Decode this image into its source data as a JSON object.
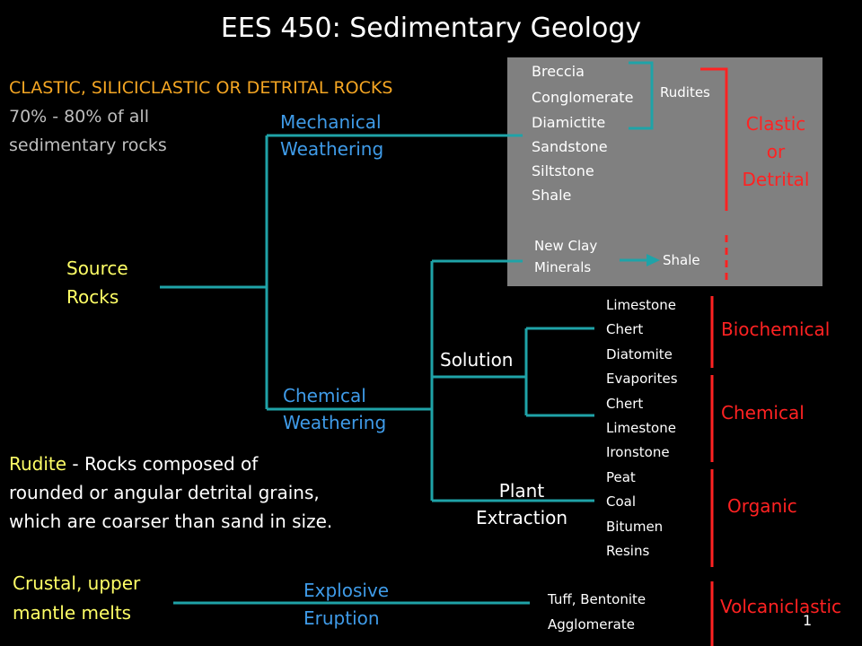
{
  "title": "EES 450: Sedimentary Geology",
  "colors": {
    "background": "#000000",
    "title": "#ffffff",
    "yellow": "#ffff66",
    "orange": "#f5a623",
    "gray": "#bfbfbf",
    "blue": "#3f9be8",
    "red": "#ff2222",
    "teal": "#1fa3a8",
    "box": "#808080"
  },
  "intro": {
    "heading": "CLASTIC, SILICICLASTIC OR DETRITAL ROCKS",
    "line1": "70% - 80% of all",
    "line2": "sedimentary rocks"
  },
  "source": {
    "line1": "Source",
    "line2": "Rocks"
  },
  "mechanical": {
    "line1": "Mechanical",
    "line2": "Weathering"
  },
  "chemical": {
    "line1": "Chemical",
    "line2": "Weathering"
  },
  "solution": "Solution",
  "plant": {
    "line1": "Plant",
    "line2": "Extraction"
  },
  "clastic_rocks": [
    "Breccia",
    "Conglomerate",
    "Diamictite",
    "Sandstone",
    "Siltstone",
    "Shale"
  ],
  "rudites": "Rudites",
  "clastic_label": {
    "line1": "Clastic",
    "line2": "or",
    "line3": "Detrital"
  },
  "new_clay": {
    "line1": "New Clay",
    "line2": "Minerals"
  },
  "shale": "Shale",
  "chem_rocks": [
    "Limestone",
    "Chert",
    "Diatomite",
    "Evaporites",
    "Chert",
    "Limestone",
    "Ironstone",
    "Peat",
    "Coal",
    "Bitumen",
    "Resins"
  ],
  "categories": {
    "biochemical": "Biochemical",
    "chemical": "Chemical",
    "organic": "Organic",
    "volcaniclastic": "Volcaniclastic"
  },
  "rudite_def": {
    "term": "Rudite",
    "line1": " - Rocks composed of",
    "line2": "rounded or angular detrital grains,",
    "line3": "which are coarser than sand in size."
  },
  "melts": {
    "line1": "Crustal, upper",
    "line2": "mantle melts"
  },
  "explosive": {
    "line1": "Explosive",
    "line2": "Eruption"
  },
  "volc_rocks": [
    "Tuff, Bentonite",
    "Agglomerate"
  ],
  "page_number": "1"
}
